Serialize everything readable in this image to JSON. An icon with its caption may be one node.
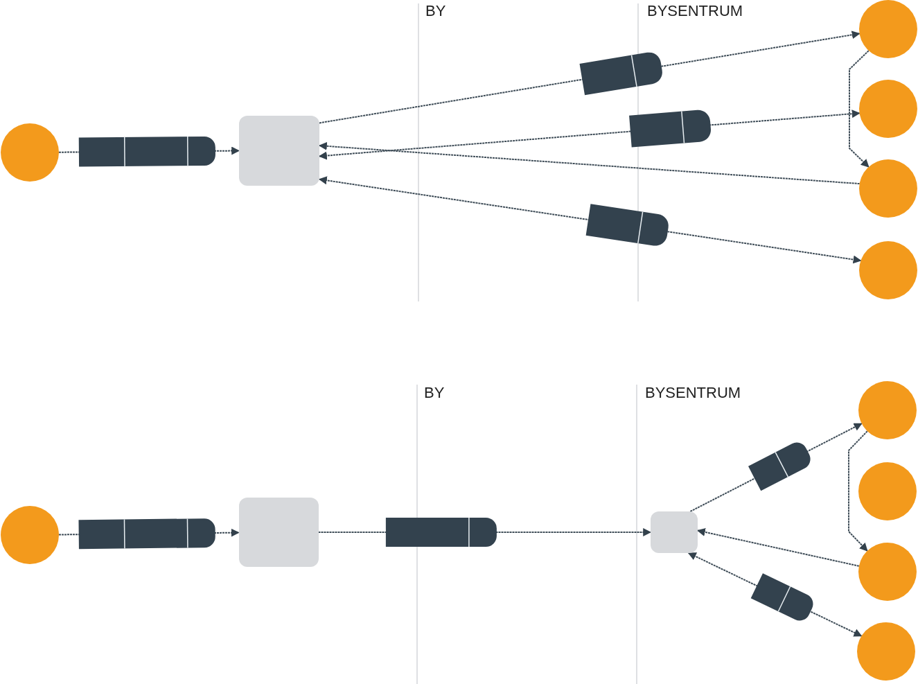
{
  "diagram": {
    "nodes": [
      {
        "text": [],
        "shape": "circle"
      },
      {
        "text": [],
        "shape": "box"
      },
      {
        "text": [],
        "shape": "circle"
      },
      {
        "text": [],
        "shape": "circle"
      },
      {
        "text": [],
        "shape": "circle"
      },
      {
        "text": [],
        "shape": "circle"
      },
      {
        "text": [],
        "shape": "circle"
      },
      {
        "text": [],
        "shape": "box"
      },
      {
        "text": [],
        "shape": "box"
      },
      {
        "text": [],
        "shape": "circle"
      },
      {
        "text": [],
        "shape": "circle"
      },
      {
        "text": [],
        "shape": "circle"
      },
      {
        "text": [],
        "shape": "circle"
      }
    ],
    "edges": [
      {
        "from": 0,
        "to": 1,
        "arrow": "to"
      },
      {
        "from": 1,
        "to": 2,
        "arrow": "to"
      },
      {
        "from": 1,
        "to": 3,
        "arrow": "both"
      },
      {
        "from": 4,
        "to": 1,
        "arrow": "to"
      },
      {
        "from": 1,
        "to": 5,
        "arrow": "both"
      },
      {
        "from": 2,
        "to": 4,
        "arrow": "to"
      },
      {
        "from": 6,
        "to": 7,
        "arrow": "to"
      },
      {
        "from": 7,
        "to": 8,
        "arrow": "to"
      },
      {
        "from": 8,
        "to": 9,
        "arrow": "to"
      },
      {
        "from": 11,
        "to": 8,
        "arrow": "to"
      },
      {
        "from": 8,
        "to": 12,
        "arrow": "both"
      },
      {
        "from": 9,
        "to": 11,
        "arrow": "to"
      }
    ],
    "labels": [
      "BY",
      "BYSENTRUM",
      "BY",
      "BYSENTRUM"
    ]
  }
}
